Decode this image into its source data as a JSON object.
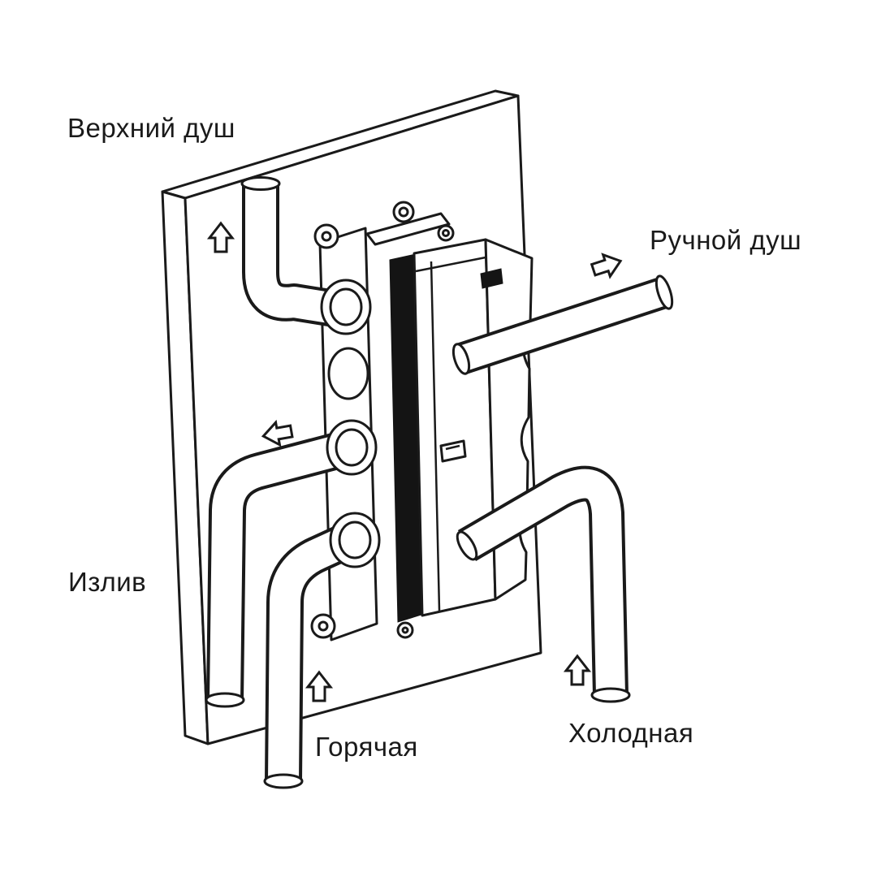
{
  "diagram": {
    "colors": {
      "line": "#1a1a1a",
      "fill": "#ffffff",
      "dark": "#141414"
    },
    "labels": {
      "top_shower": "Верхний душ",
      "hand_shower": "Ручной душ",
      "spout": "Излив",
      "hot": "Горячая",
      "cold": "Холодная"
    },
    "arrows": [
      {
        "name": "top-shower-flow",
        "direction": "up"
      },
      {
        "name": "spout-flow",
        "direction": "left"
      },
      {
        "name": "hand-shower-flow",
        "direction": "right"
      },
      {
        "name": "hot-inlet-flow",
        "direction": "up"
      },
      {
        "name": "cold-inlet-flow",
        "direction": "up"
      }
    ]
  }
}
